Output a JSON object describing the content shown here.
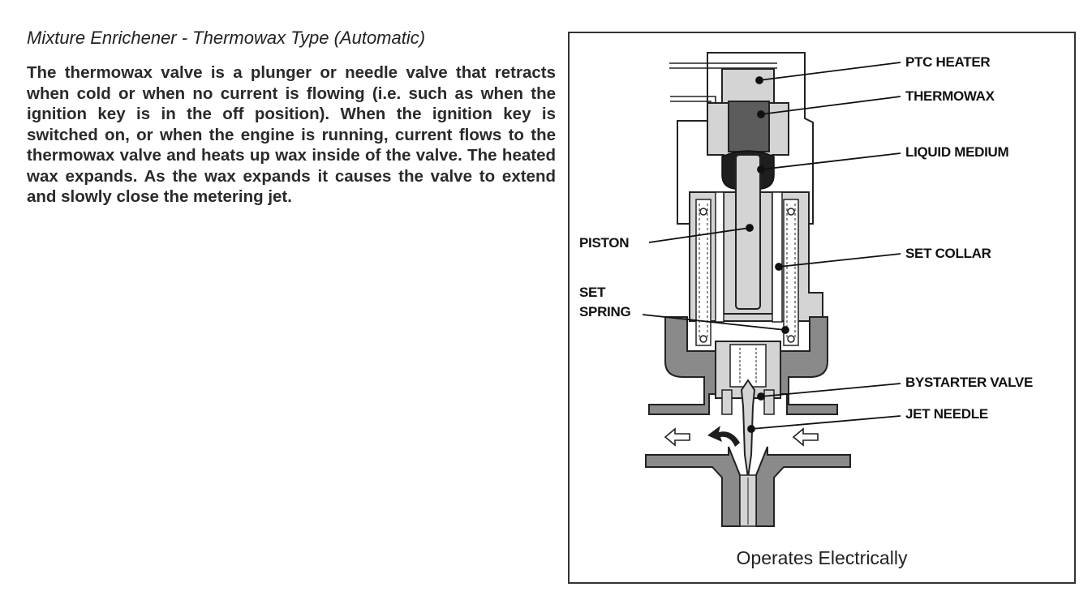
{
  "section": {
    "heading": "Mixture Enrichener - Thermowax Type (Automatic)",
    "paragraph": "The thermowax valve is a plunger or needle valve that retracts when cold or when no current is flowing (i.e. such as when the ignition key is in the off position). When the ignition key is switched on, or when the engine is running, current flows to the thermowax valve and heats up wax inside of the valve. The heated wax expands. As the wax expands it causes the valve to extend and slowly close the metering jet."
  },
  "figure": {
    "labels": {
      "ptc_heater": "PTC HEATER",
      "thermowax": "THERMOWAX",
      "liquid_medium": "LIQUID MEDIUM",
      "piston": "PISTON",
      "set_collar": "SET COLLAR",
      "set_spring_line1": "SET",
      "set_spring_line2": "SPRING",
      "bystarter_valve": "BYSTARTER VALVE",
      "jet_needle": "JET NEEDLE"
    },
    "caption": "Operates Electrically",
    "colors": {
      "light_gray": "#d4d4d4",
      "mid_gray": "#8a8a8a",
      "dark_gray": "#5c5c5c",
      "black": "#1e1e1e"
    }
  }
}
